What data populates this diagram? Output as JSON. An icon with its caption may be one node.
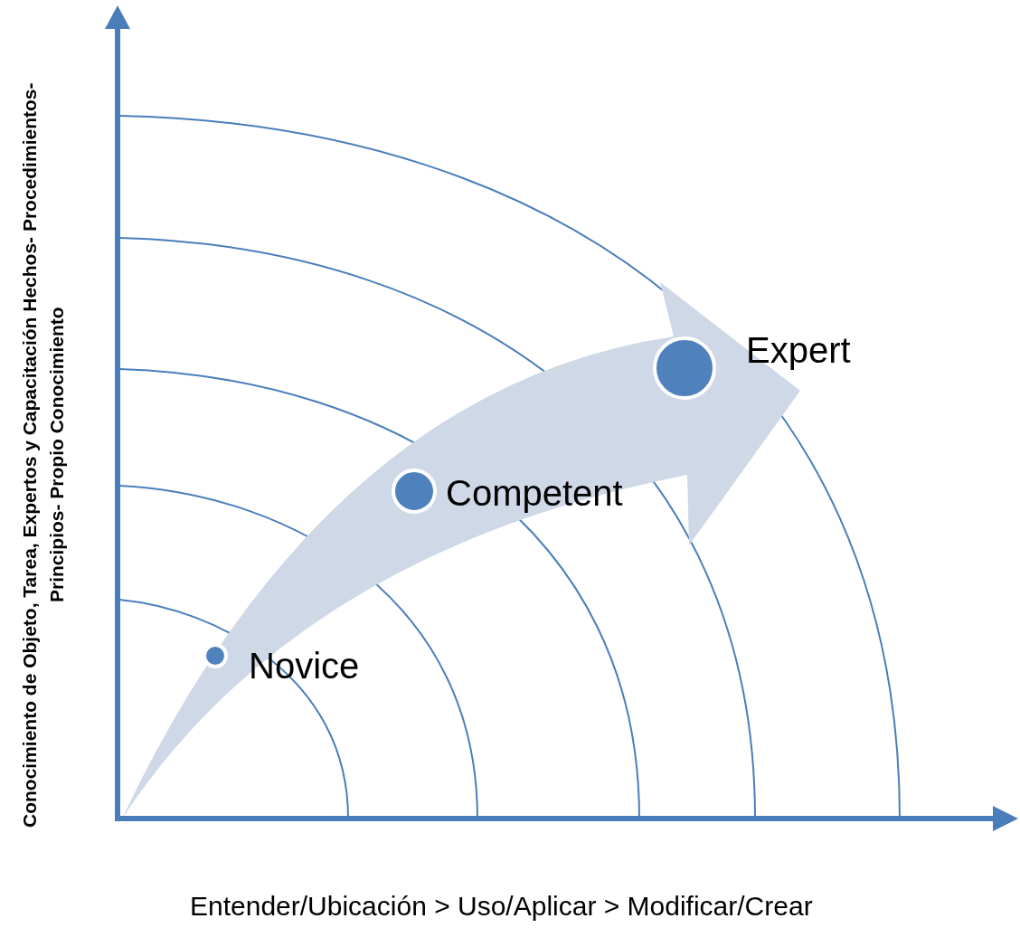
{
  "diagram": {
    "labels": [
      "Conocimiento de Objeto, Tarea, Expertos y Capacitación Hechos- Procedimientos-Principios- Propio Conocimiento",
      "Expert",
      "Competent",
      "Novice",
      "Entender/Ubicación > Uso/Aplicar > Modificar/Crear"
    ]
  }
}
